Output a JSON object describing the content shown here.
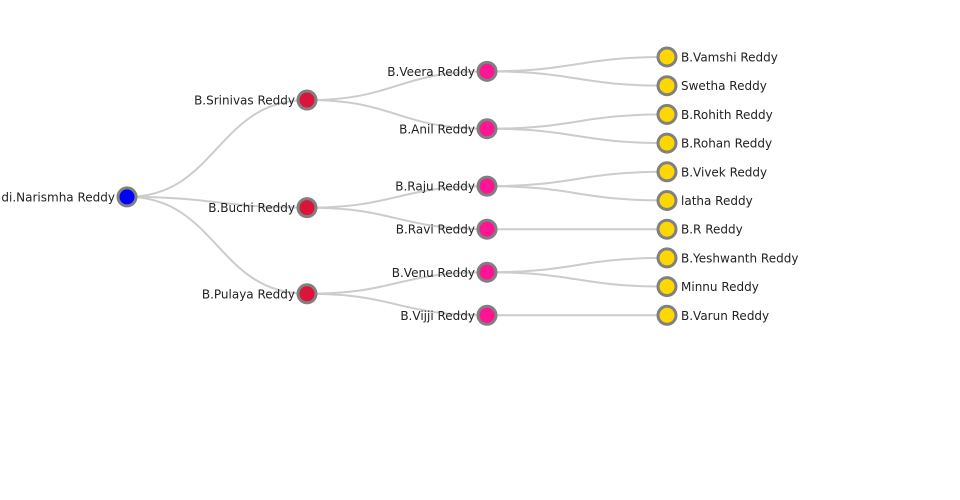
{
  "tree": {
    "name": "di.Narismha Reddy",
    "color": "#0000ff",
    "children": [
      {
        "name": "B.Srinivas Reddy",
        "color": "#dc143c",
        "children": [
          {
            "name": "B.Veera Reddy",
            "color": "#ff1493",
            "children": [
              {
                "name": "B.Vamshi Reddy",
                "color": "#ffd700"
              },
              {
                "name": "Swetha Reddy",
                "color": "#ffd700"
              }
            ]
          },
          {
            "name": "B.Anil Reddy",
            "color": "#ff1493",
            "children": [
              {
                "name": "B.Rohith Reddy",
                "color": "#ffd700"
              },
              {
                "name": "B.Rohan Reddy",
                "color": "#ffd700"
              }
            ]
          }
        ]
      },
      {
        "name": "B.Buchi Reddy",
        "color": "#dc143c",
        "children": [
          {
            "name": "B.Raju Reddy",
            "color": "#ff1493",
            "children": [
              {
                "name": "B.Vivek Reddy",
                "color": "#ffd700"
              },
              {
                "name": "latha Reddy",
                "color": "#ffd700"
              }
            ]
          },
          {
            "name": "B.Ravi Reddy",
            "color": "#ff1493",
            "children": [
              {
                "name": "B.R Reddy",
                "color": "#ffd700"
              }
            ]
          }
        ]
      },
      {
        "name": "B.Pulaya Reddy",
        "color": "#dc143c",
        "children": [
          {
            "name": "B.Venu Reddy",
            "color": "#ff1493",
            "children": [
              {
                "name": "B.Yeshwanth Reddy",
                "color": "#ffd700"
              },
              {
                "name": "Minnu Reddy",
                "color": "#ffd700"
              }
            ]
          },
          {
            "name": "B.Vijji Reddy",
            "color": "#ff1493",
            "children": [
              {
                "name": "B.Varun Reddy",
                "color": "#ffd700"
              }
            ]
          }
        ]
      }
    ]
  }
}
